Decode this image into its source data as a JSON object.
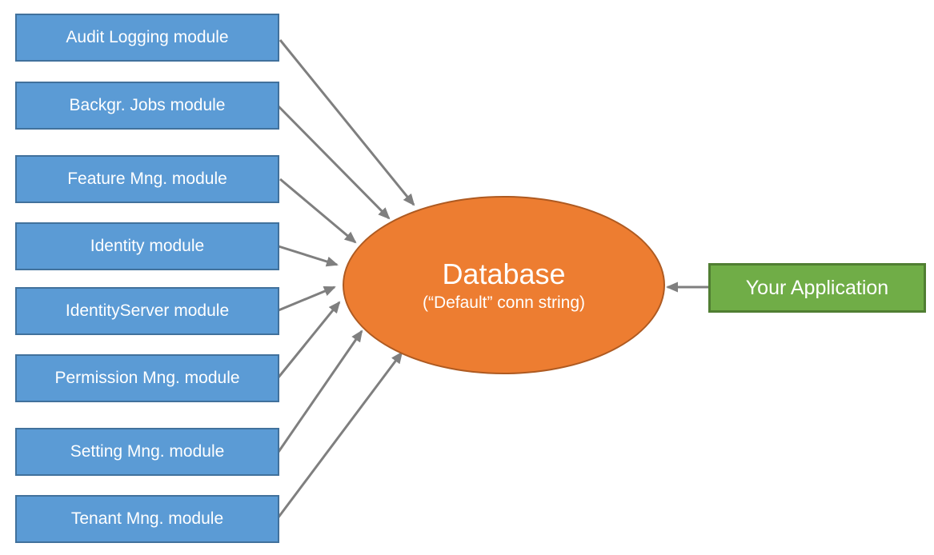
{
  "diagram": {
    "modules": [
      "Audit Logging module",
      "Backgr. Jobs module",
      "Feature Mng. module",
      "Identity module",
      "IdentityServer module",
      "Permission Mng. module",
      "Setting Mng. module",
      "Tenant Mng. module"
    ],
    "database": {
      "title": "Database",
      "subtitle": "(“Default” conn string)"
    },
    "application": {
      "label": "Your Application"
    },
    "edges": [
      {
        "from": "Audit Logging module",
        "to": "Database"
      },
      {
        "from": "Backgr. Jobs module",
        "to": "Database"
      },
      {
        "from": "Feature Mng. module",
        "to": "Database"
      },
      {
        "from": "Identity module",
        "to": "Database"
      },
      {
        "from": "IdentityServer module",
        "to": "Database"
      },
      {
        "from": "Permission Mng. module",
        "to": "Database"
      },
      {
        "from": "Setting Mng. module",
        "to": "Database"
      },
      {
        "from": "Tenant Mng. module",
        "to": "Database"
      },
      {
        "from": "Your Application",
        "to": "Database"
      }
    ],
    "colors": {
      "module_fill": "#5B9BD5",
      "module_border": "#41719C",
      "database_fill": "#ED7D31",
      "database_border": "#AE5A21",
      "application_fill": "#70AD47",
      "application_border": "#507E32",
      "arrow": "#7F7F7F",
      "text": "#FFFFFF"
    }
  }
}
